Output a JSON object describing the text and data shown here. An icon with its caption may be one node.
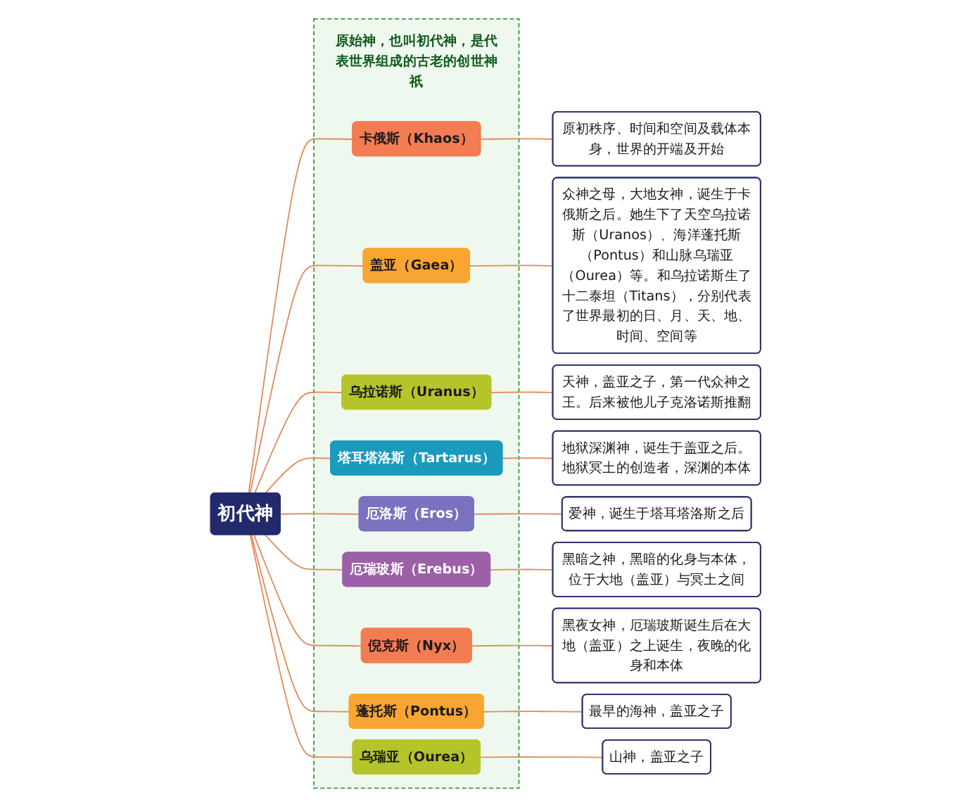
{
  "diagram": {
    "nodes": [
      {
        "text": [
          "初代神"
        ]
      },
      {
        "text": [
          "原始神，也叫初代神，是代表世界组成的古老的创世神祇"
        ]
      },
      {
        "text": [
          "卡俄斯（Khaos）"
        ],
        "in": 1
      },
      {
        "text": [
          "原初秩序、时间和空间及载体本身，世界的开端及开始"
        ]
      },
      {
        "text": [
          "盖亚（Gaea）"
        ],
        "in": 1
      },
      {
        "text": [
          "众神之母，大地女神，诞生于卡俄斯之后。她生下了天空乌拉诺斯（Uranos）、海洋蓬托斯（Pontus）和山脉乌瑞亚（Ourea）等。和乌拉诺斯生了十二泰坦（Titans），分别代表了世界最初的日、月、天、地、时间、空间等"
        ]
      },
      {
        "text": [
          "乌拉诺斯（Uranus）"
        ],
        "in": 1
      },
      {
        "text": [
          "天神，盖亚之子，第一代众神之王。后来被他儿子克洛诺斯推翻"
        ]
      },
      {
        "text": [
          "塔耳塔洛斯（Tartarus）"
        ],
        "in": 1
      },
      {
        "text": [
          "地狱深渊神，诞生于盖亚之后。地狱冥土的创造者，深渊的本体"
        ]
      },
      {
        "text": [
          "厄洛斯（Eros）"
        ],
        "in": 1
      },
      {
        "text": [
          "爱神，诞生于塔耳塔洛斯之后"
        ]
      },
      {
        "text": [
          "厄瑞玻斯（Erebus）"
        ],
        "in": 1
      },
      {
        "text": [
          "黑暗之神，黑暗的化身与本体，位于大地（盖亚）与冥土之间"
        ]
      },
      {
        "text": [
          "倪克斯（Nyx）"
        ],
        "in": 1
      },
      {
        "text": [
          "黑夜女神，厄瑞玻斯诞生后在大地（盖亚）之上诞生，夜晚的化身和本体"
        ]
      },
      {
        "text": [
          "蓬托斯（Pontus）"
        ],
        "in": 1
      },
      {
        "text": [
          "最早的海神，盖亚之子"
        ]
      },
      {
        "text": [
          "乌瑞亚（Ourea）"
        ],
        "in": 1
      },
      {
        "text": [
          "山神，盖亚之子"
        ]
      }
    ],
    "edges": [
      {
        "from": 0,
        "to": 2,
        "arrow": "none"
      },
      {
        "from": 0,
        "to": 4,
        "arrow": "none"
      },
      {
        "from": 0,
        "to": 6,
        "arrow": "none"
      },
      {
        "from": 0,
        "to": 8,
        "arrow": "none"
      },
      {
        "from": 0,
        "to": 10,
        "arrow": "none"
      },
      {
        "from": 0,
        "to": 12,
        "arrow": "none"
      },
      {
        "from": 0,
        "to": 14,
        "arrow": "none"
      },
      {
        "from": 0,
        "to": 16,
        "arrow": "none"
      },
      {
        "from": 0,
        "to": 18,
        "arrow": "none"
      },
      {
        "from": 2,
        "to": 3,
        "arrow": "none"
      },
      {
        "from": 4,
        "to": 5,
        "arrow": "none"
      },
      {
        "from": 6,
        "to": 7,
        "arrow": "none"
      },
      {
        "from": 8,
        "to": 9,
        "arrow": "none"
      },
      {
        "from": 10,
        "to": 11,
        "arrow": "none"
      },
      {
        "from": 12,
        "to": 13,
        "arrow": "none"
      },
      {
        "from": 14,
        "to": 15,
        "arrow": "none"
      },
      {
        "from": 16,
        "to": 17,
        "arrow": "none"
      },
      {
        "from": 18,
        "to": 19,
        "arrow": "none"
      }
    ]
  }
}
